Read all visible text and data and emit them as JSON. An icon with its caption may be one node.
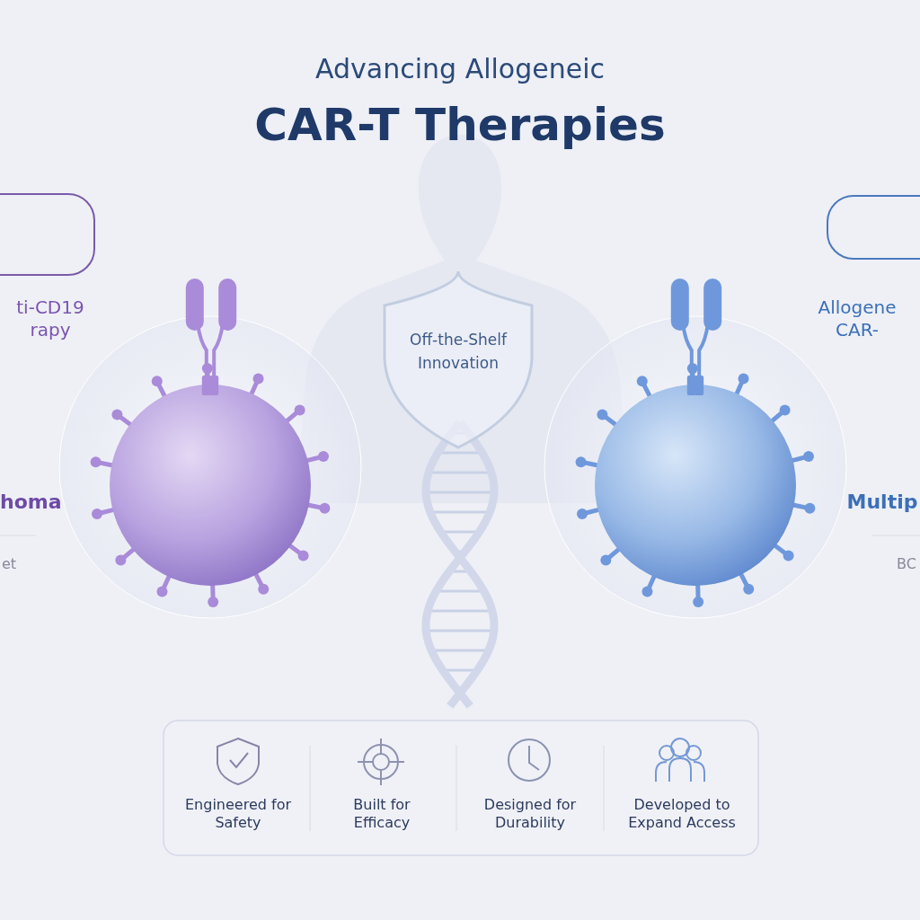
{
  "diagram": {
    "title": "CAR-T Therapies",
    "nodes": [
      {
        "text": [],
        "shape": "box"
      },
      {
        "text": [],
        "shape": "box"
      },
      {
        "text": [
          "Off-the-Shelf Innovation"
        ]
      }
    ],
    "labels": [
      "Advancing Allogeneic",
      "ti-CD19 rapy",
      "homa",
      "et",
      "Allogene CAR-",
      "Multip",
      "BC",
      "Engineered for Safety",
      "Built for Efficacy",
      "Designed for Durability",
      "Developed to Expand Access"
    ]
  }
}
